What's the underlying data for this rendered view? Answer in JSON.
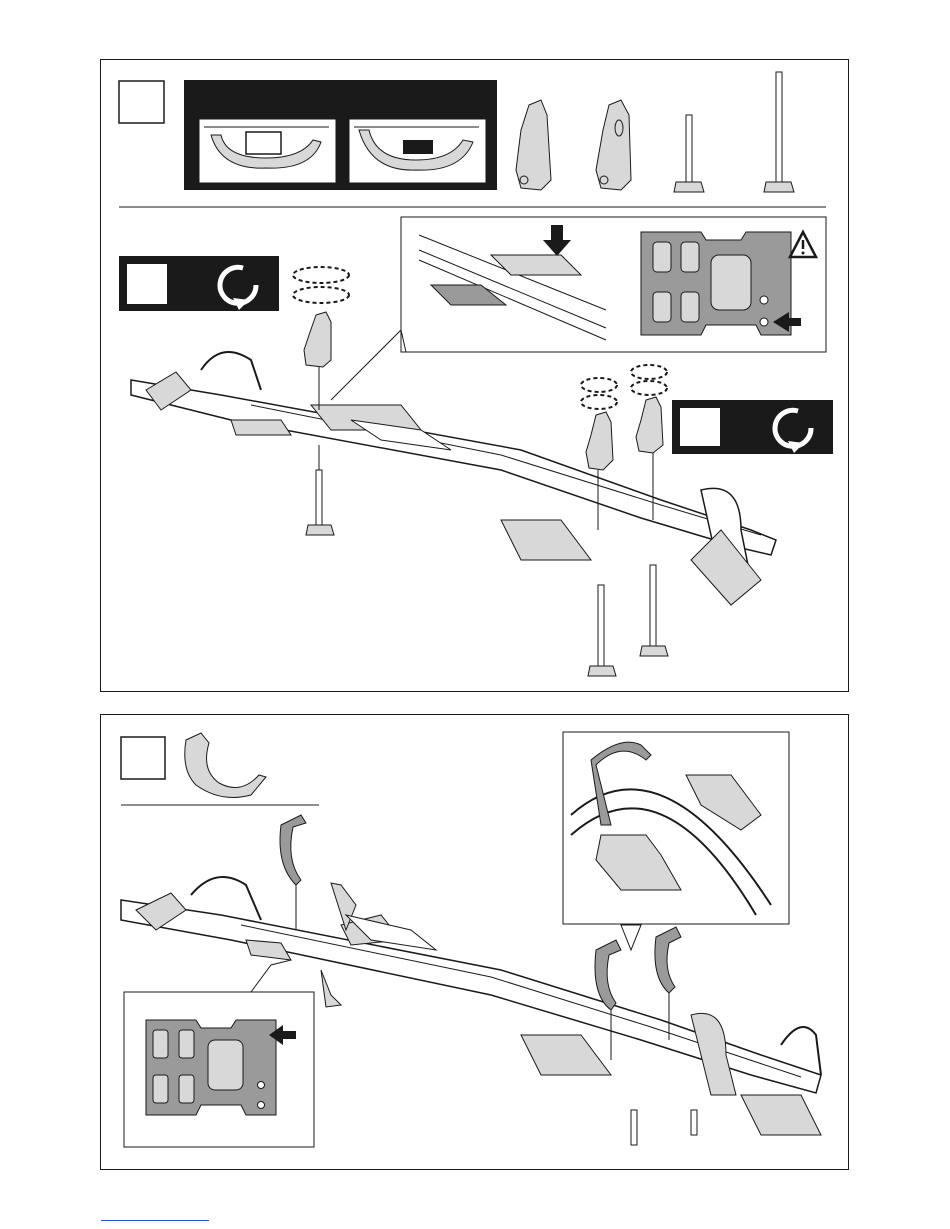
{
  "document": {
    "type": "assembly-instruction-sheet",
    "steps_shown": 2
  },
  "colors": {
    "line": "#1a1a1a",
    "black_box": "#1a1a1a",
    "part_fill": "#d8d8d8",
    "plate_fill": "#9a9a9a",
    "footer_link": "#2a55c8"
  },
  "icons": {
    "step_number_box": "empty-square",
    "rotate": "clockwise-rotate-icon",
    "warning": "warning-triangle-icon",
    "arrow": "black-arrow-icon"
  }
}
